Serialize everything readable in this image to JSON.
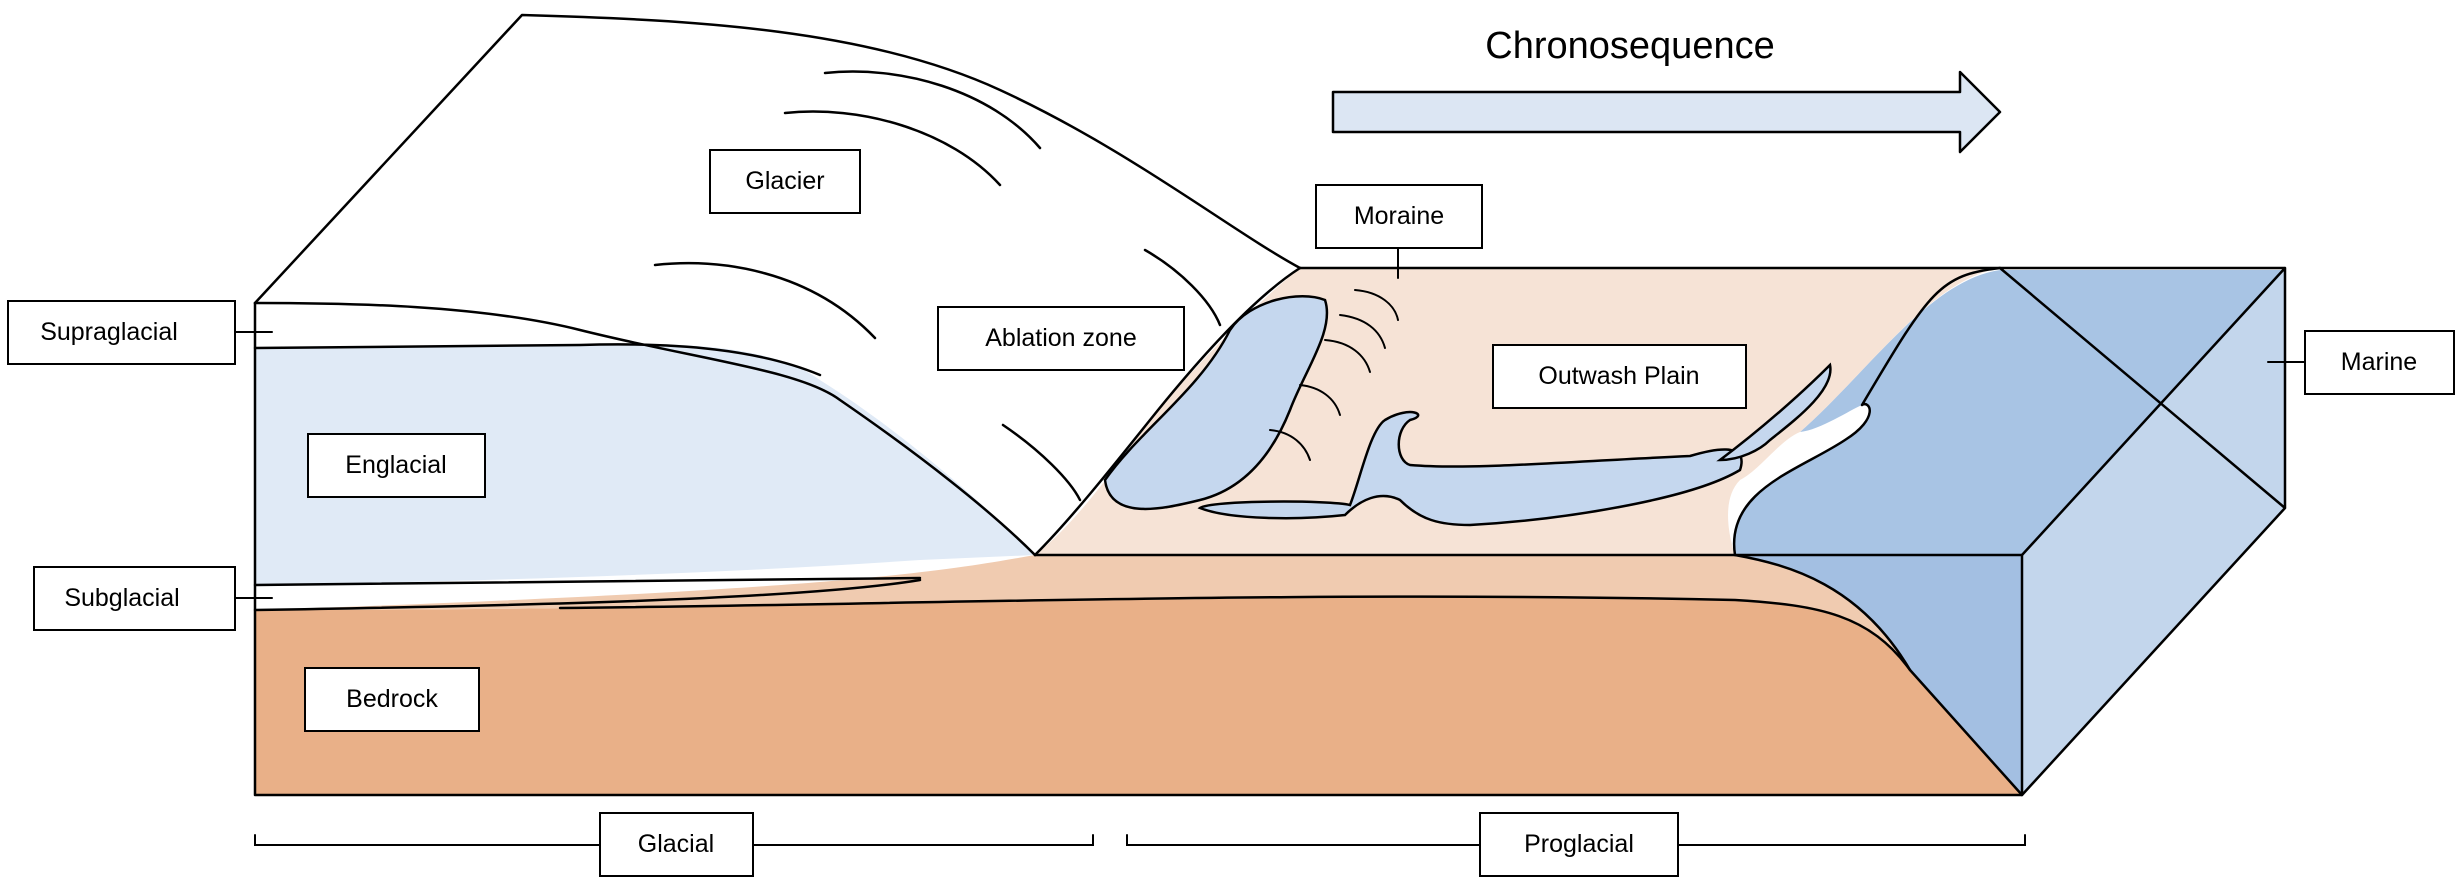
{
  "title": "Chronosequence",
  "labels": {
    "glacier": "Glacier",
    "ablation_zone": "Ablation zone",
    "moraine": "Moraine",
    "outwash_plain": "Outwash Plain",
    "supraglacial": "Supraglacial",
    "englacial": "Englacial",
    "subglacial": "Subglacial",
    "bedrock": "Bedrock",
    "marine": "Marine"
  },
  "zones": {
    "glacial": "Glacial",
    "proglacial": "Proglacial"
  },
  "colors": {
    "ice_layer": "#e0eaf6",
    "meltwater": "#c5d7ee",
    "marine_top": "#a8c4e4",
    "marine_side": "#a3bfe2",
    "marine_face": "#c3d6ec",
    "sediment_top": "#f6e3d6",
    "sediment_layer": "#f0cbb0",
    "bedrock": "#e9b088",
    "arrow": "#dce6f3"
  }
}
